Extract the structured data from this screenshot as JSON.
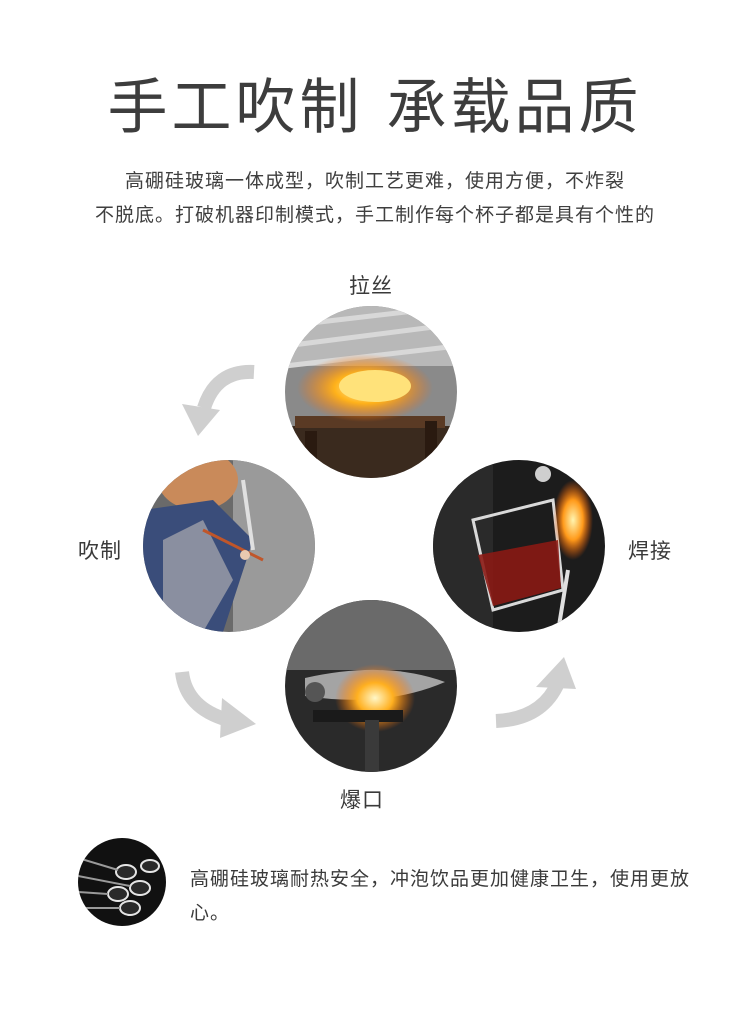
{
  "header": {
    "title": "手工吹制 承载品质",
    "subtitle_line1": "高硼硅玻璃一体成型，吹制工艺更难，使用方便，不炸裂",
    "subtitle_line2": "不脱底。打破机器印制模式，手工制作每个杯子都是具有个性的"
  },
  "process": {
    "steps": [
      {
        "label": "拉丝"
      },
      {
        "label": "焊接"
      },
      {
        "label": "爆口"
      },
      {
        "label": "吹制"
      }
    ]
  },
  "footer": {
    "text": "高硼硅玻璃耐热安全，冲泡饮品更加健康卫生，使用更放心。"
  },
  "colors": {
    "arrow": "#cfcfcf",
    "text": "#3a3a3a",
    "flame": "#ff9a1a"
  }
}
